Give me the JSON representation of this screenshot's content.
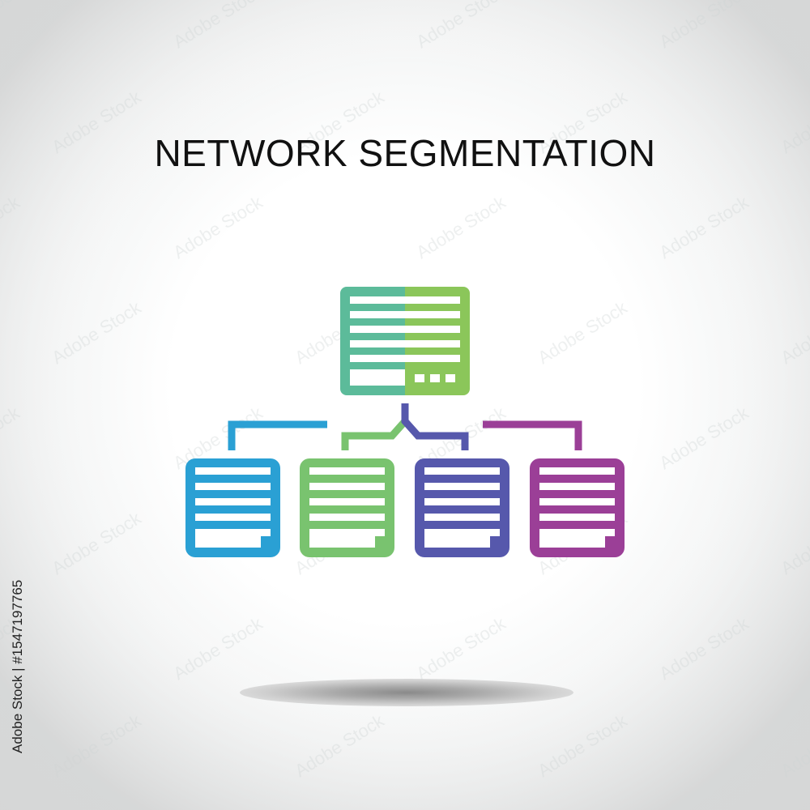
{
  "title": "NETWORK SEGMENTATION",
  "stock_id": "Adobe Stock | #1547197765",
  "watermark_text": "Adobe Stock",
  "colors": {
    "title": "#111111",
    "main_left": "#5cbb9a",
    "main_right": "#8bc65a",
    "blue": "#2aa0d4",
    "green": "#79c36f",
    "indigo": "#5658ac",
    "purple": "#9b3f97"
  },
  "nodes": [
    {
      "name": "main-server-icon",
      "color_left": "#5cbb9a",
      "color_right": "#8bc65a"
    },
    {
      "name": "blue-server-icon",
      "color": "#2aa0d4"
    },
    {
      "name": "green-server-icon",
      "color": "#79c36f"
    },
    {
      "name": "indigo-server-icon",
      "color": "#5658ac"
    },
    {
      "name": "purple-server-icon",
      "color": "#9b3f97"
    }
  ]
}
